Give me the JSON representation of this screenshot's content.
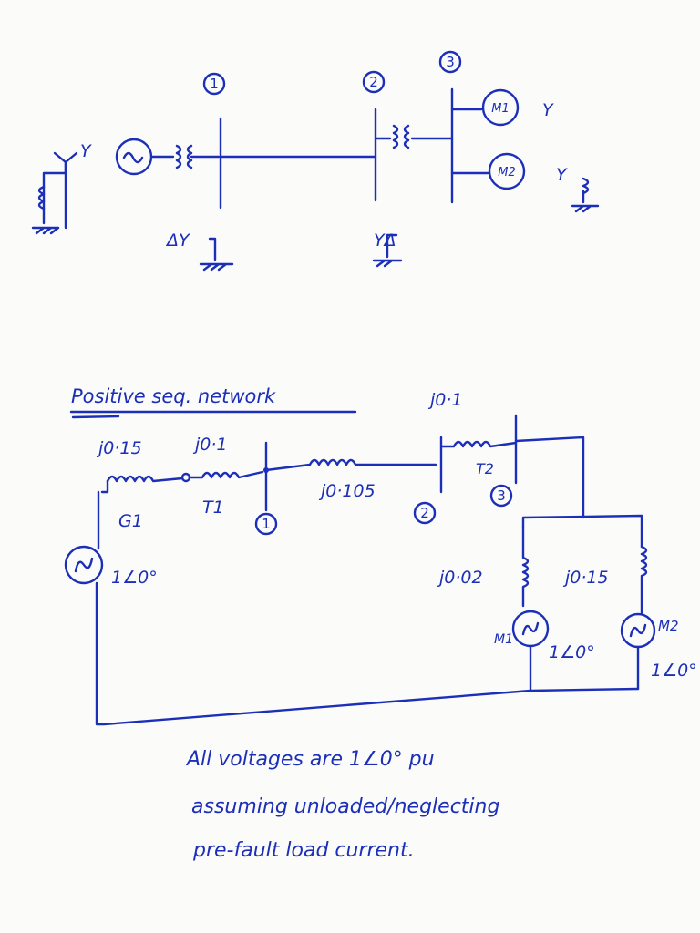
{
  "ink_color": "#1c2fb8",
  "single_line": {
    "bus_numbers": [
      "1",
      "2",
      "3"
    ],
    "gen_connection": "Y",
    "t1_connection": "ΔY",
    "t2_connection": "YΔ",
    "motors": [
      {
        "label": "M1",
        "connection": "Y"
      },
      {
        "label": "M2",
        "connection": "Y"
      }
    ]
  },
  "sequence_network": {
    "title": "Positive seq. network",
    "g1_reactance": "j0·15",
    "g1_label": "G1",
    "g1_emf": "1∠0°",
    "t1_reactance": "j0·1",
    "t1_label": "T1",
    "line_reactance": "j0·105",
    "t2_reactance": "j0·1",
    "t2_label": "T2",
    "bus_labels": [
      "1",
      "2",
      "3"
    ],
    "m1_reactance": "j0·02",
    "m1_label": "M1",
    "m1_emf": "1∠0°",
    "m2_reactance": "j0·15",
    "m2_label": "M2",
    "m2_emf": "1∠0°"
  },
  "note": {
    "line1": "All voltages are 1∠0° pu",
    "line2": "assuming unloaded/neglecting",
    "line3": "pre-fault load current."
  }
}
